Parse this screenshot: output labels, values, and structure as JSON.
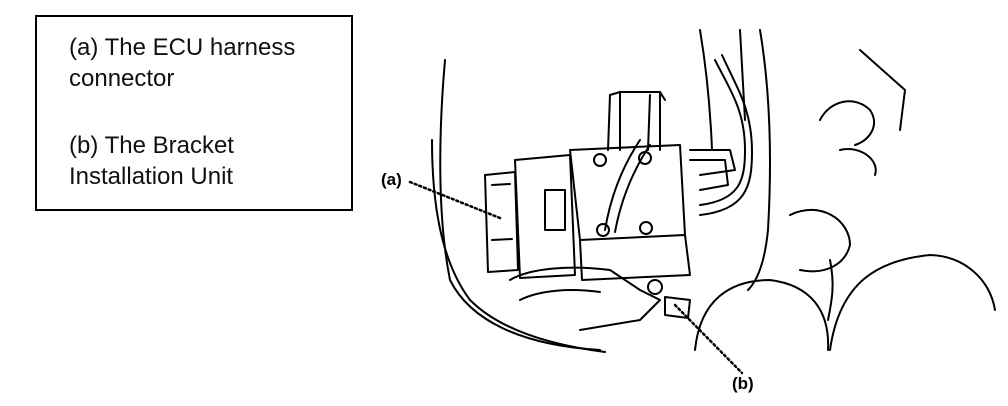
{
  "legend": {
    "a": {
      "line1": "(a) The ECU harness",
      "line2": "connector"
    },
    "b": {
      "line1": "(b) The Bracket",
      "line2": "Installation Unit"
    }
  },
  "callouts": {
    "a": "(a)",
    "b": "(b)"
  }
}
